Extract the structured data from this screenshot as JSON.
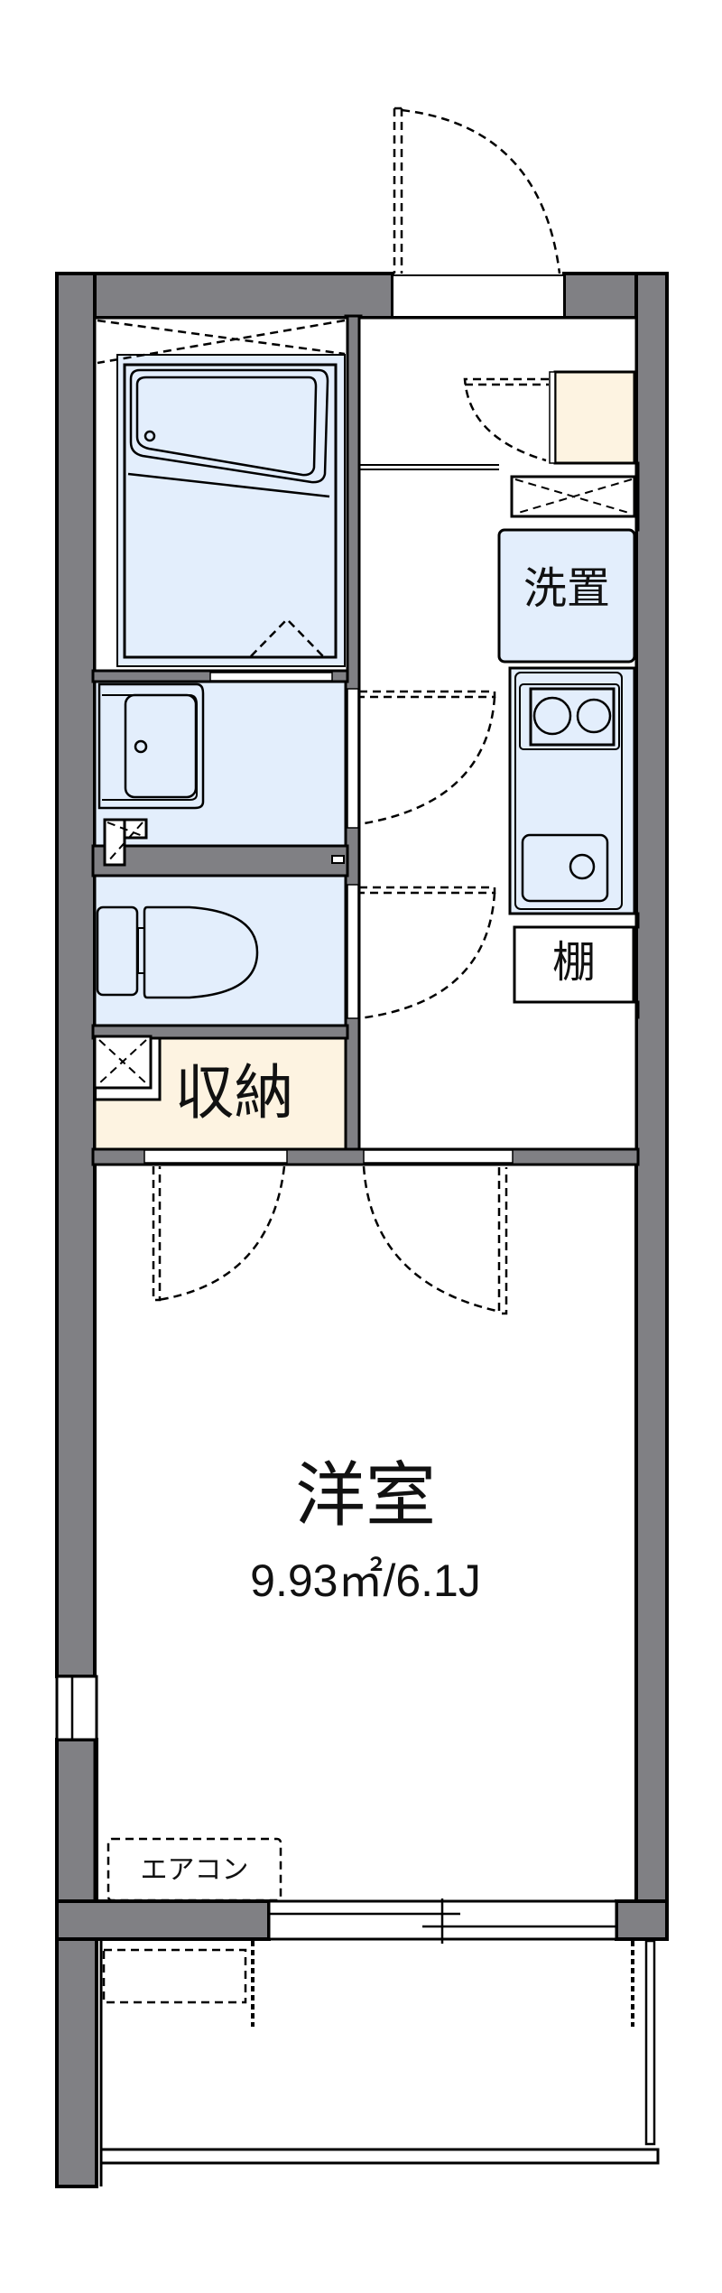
{
  "floorplan": {
    "colors": {
      "wall": "#808084",
      "wet_area": "#e3eefc",
      "storage": "#fdf3e1",
      "floor": "#ffffff",
      "line": "#000000"
    },
    "rooms": {
      "main_room": {
        "name": "洋室",
        "area": "9.93㎡/6.1J"
      },
      "storage": {
        "name": "収納"
      },
      "laundry": {
        "name": "洗置"
      },
      "shelf": {
        "name": "棚"
      },
      "aircon": {
        "name": "エアコン"
      }
    },
    "fixtures": [
      "unit-bath",
      "washbasin",
      "toilet",
      "two-burner-stove",
      "kitchen-sink",
      "shoe-cabinet",
      "pipe-space"
    ]
  }
}
